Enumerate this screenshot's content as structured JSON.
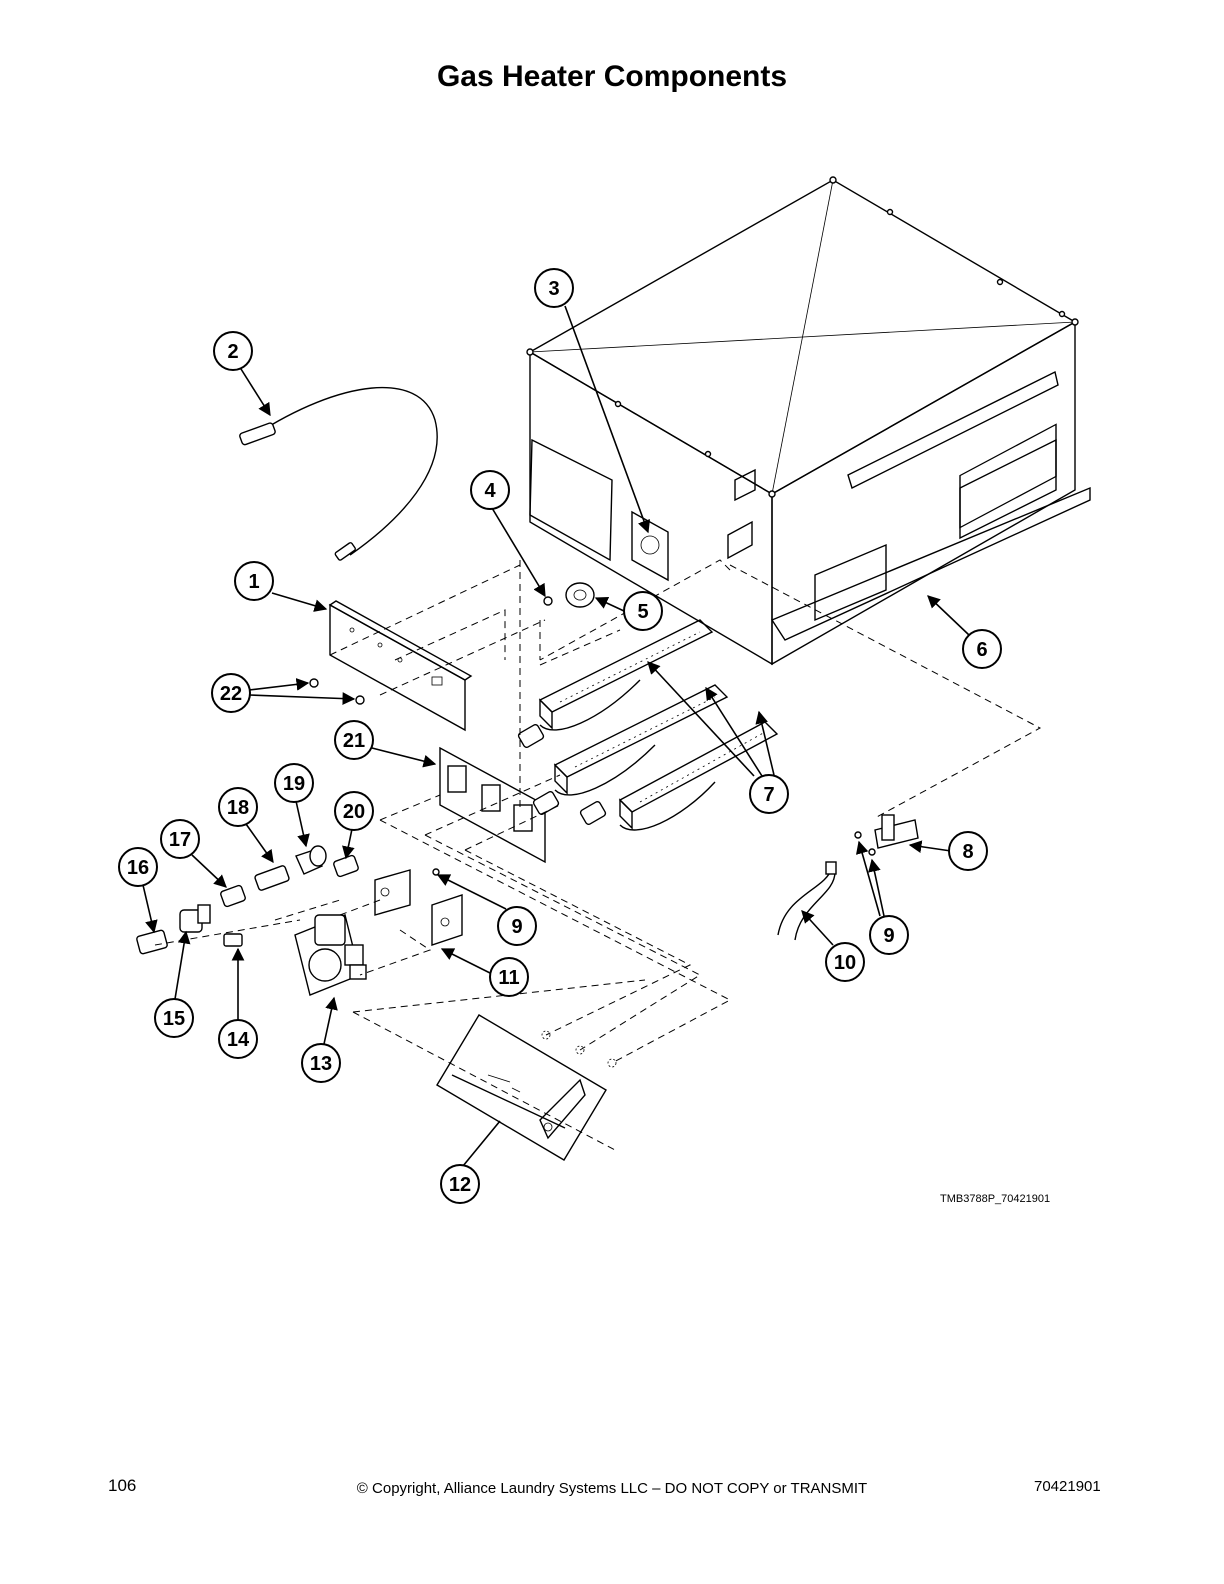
{
  "page": {
    "title": "Gas Heater Components",
    "drawing_id": "TMB3788P_70421901",
    "page_number": "106",
    "copyright": "© Copyright, Alliance Laundry Systems LLC – DO NOT COPY or TRANSMIT",
    "doc_number": "70421901"
  },
  "callouts": [
    {
      "label": "1"
    },
    {
      "label": "2"
    },
    {
      "label": "3"
    },
    {
      "label": "4"
    },
    {
      "label": "5"
    },
    {
      "label": "6"
    },
    {
      "label": "7"
    },
    {
      "label": "8"
    },
    {
      "label": "9"
    },
    {
      "label": "9"
    },
    {
      "label": "10"
    },
    {
      "label": "11"
    },
    {
      "label": "12"
    },
    {
      "label": "13"
    },
    {
      "label": "14"
    },
    {
      "label": "15"
    },
    {
      "label": "16"
    },
    {
      "label": "17"
    },
    {
      "label": "18"
    },
    {
      "label": "19"
    },
    {
      "label": "20"
    },
    {
      "label": "21"
    },
    {
      "label": "22"
    }
  ]
}
